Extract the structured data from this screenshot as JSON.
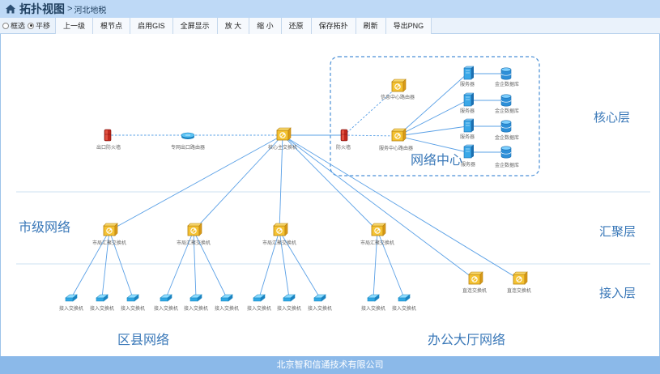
{
  "header": {
    "title": "拓扑视图",
    "separator": ">",
    "subtitle": "河北地税"
  },
  "toolbar": {
    "modes": [
      {
        "label": "框选",
        "selected": false
      },
      {
        "label": "平移",
        "selected": true
      }
    ],
    "buttons": [
      "上一级",
      "根节点",
      "启用GIS",
      "全屏显示",
      "放 大",
      "缩 小",
      "还原",
      "保存拓扑",
      "刷新",
      "导出PNG"
    ]
  },
  "layers": {
    "core": "核心层",
    "aggregation": "汇聚层",
    "access": "接入层"
  },
  "regions": {
    "network_center": "网络中心",
    "city": "市级网络",
    "county": "区县网络",
    "office_hall": "办公大厅网络"
  },
  "nodes": {
    "exit_firewall": "出口防火墙",
    "private_router": "专网出口路由器",
    "core_switch": "核心主交换机",
    "firewall": "防火墙",
    "info_router": "信息中心路由器",
    "service_router": "服务中心路由器",
    "server": "服务器",
    "database": "金企数据库",
    "city_switch": "市局汇聚交换机",
    "access_switch": "接入交换机",
    "direct_switch": "直连交换机"
  },
  "footer": {
    "company": "北京智和信通技术有限公司"
  },
  "colors": {
    "accent": "#3a78b8",
    "link": "#5aa0e6",
    "router": "#e8a820",
    "firewall": "#c0281e",
    "switch": "#3cb0e6",
    "database": "#2d8fd8"
  }
}
